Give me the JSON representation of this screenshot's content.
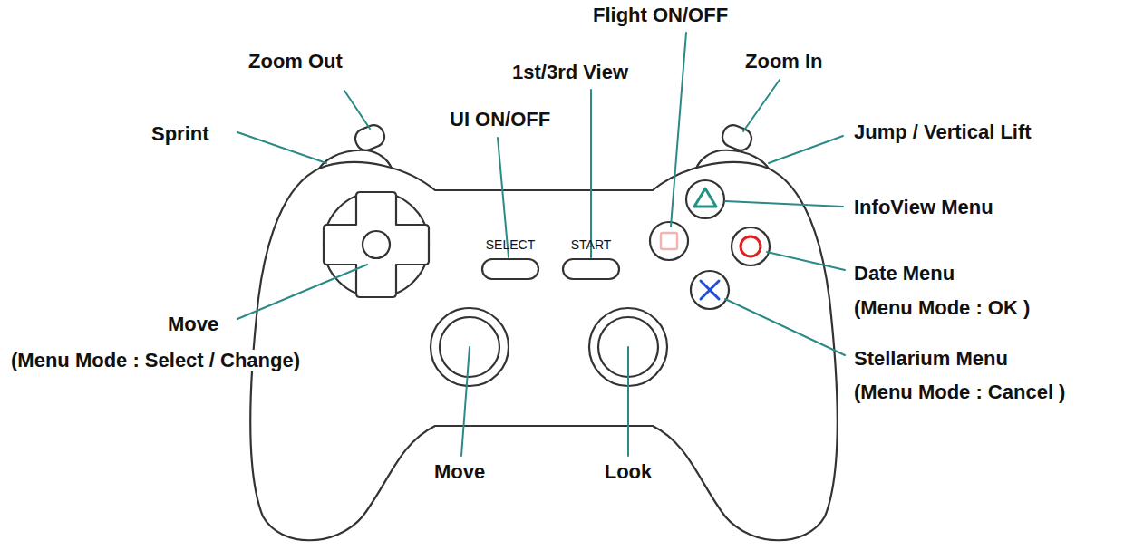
{
  "diagram": {
    "labels": [
      "Zoom Out",
      "Sprint",
      "UI ON/OFF",
      "1st/3rd View",
      "Flight ON/OFF",
      "Zoom In",
      "Jump / Vertical Lift",
      "InfoView Menu",
      "Date Menu",
      "(Menu Mode : OK )",
      "Stellarium Menu",
      "(Menu Mode : Cancel )",
      "Move",
      "(Menu Mode : Select / Change)",
      "SELECT",
      "START",
      "Move",
      "Look"
    ]
  }
}
